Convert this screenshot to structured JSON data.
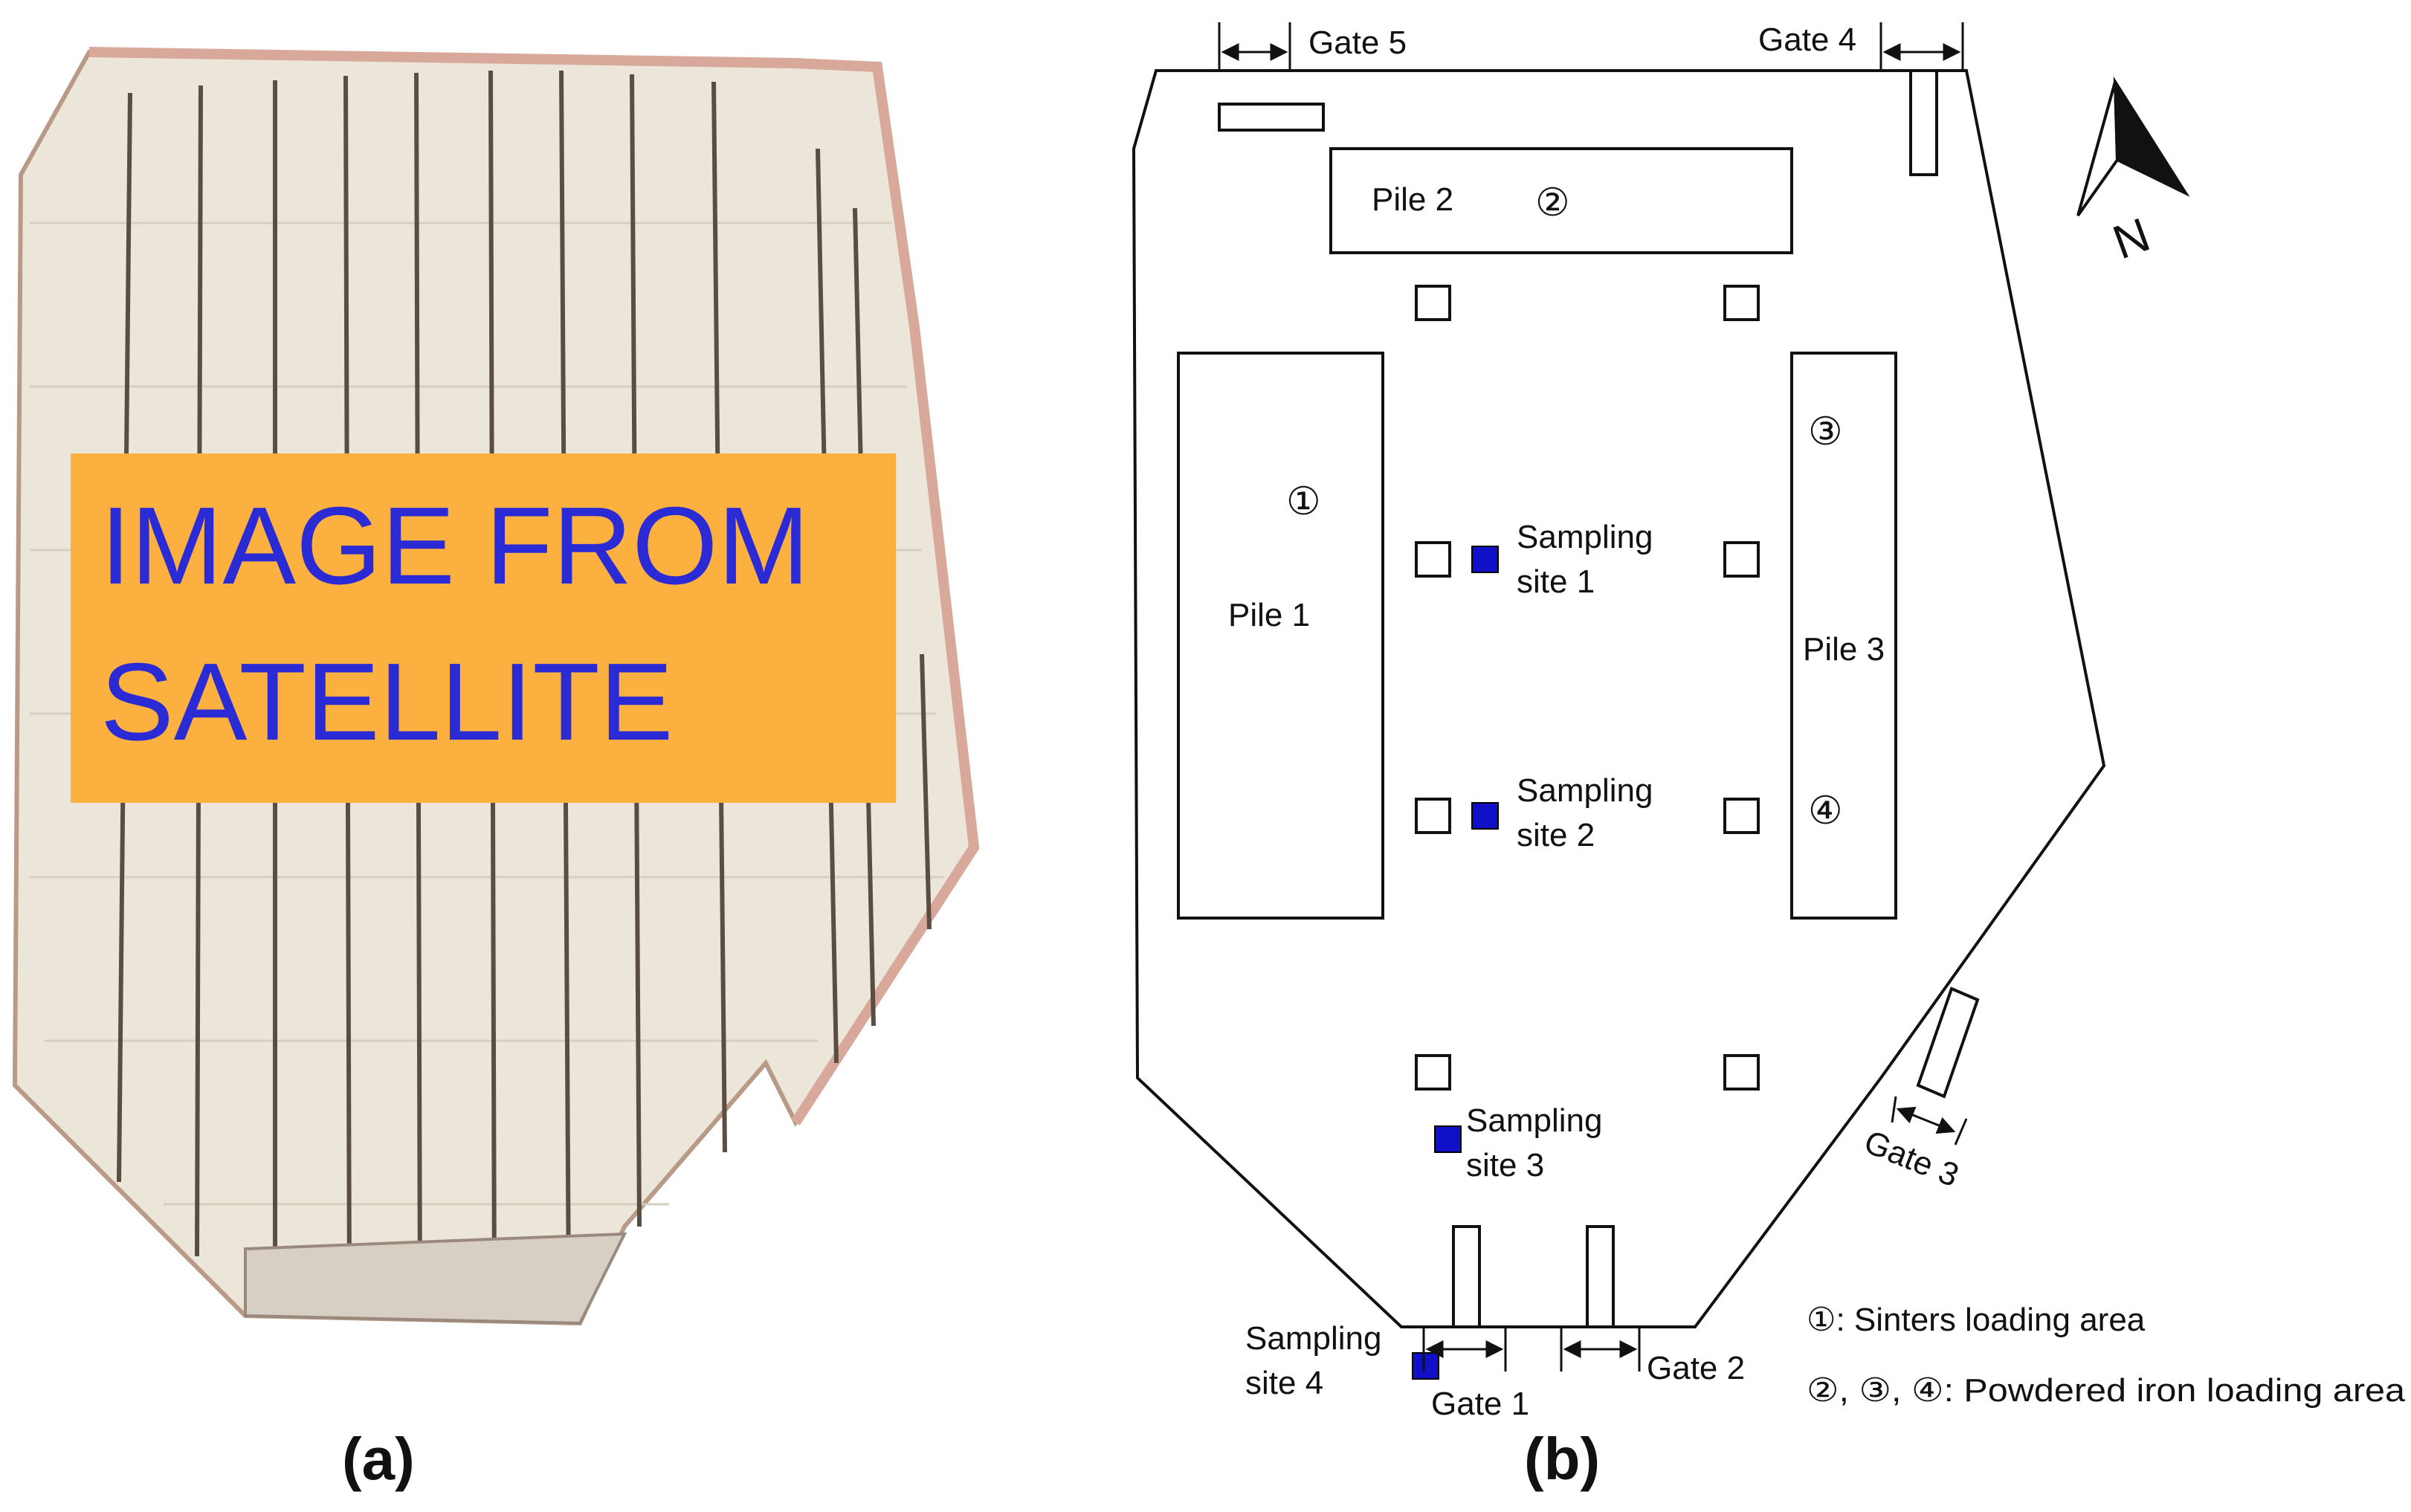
{
  "panel_a": {
    "overlay_text_line1": "IMAGE FROM",
    "overlay_text_line2": "SATELLITE",
    "caption": "(a)"
  },
  "panel_b": {
    "caption": "(b)",
    "north_label": "N",
    "gates": {
      "gate1": "Gate 1",
      "gate2": "Gate 2",
      "gate3": "Gate 3",
      "gate4": "Gate 4",
      "gate5": "Gate 5"
    },
    "piles": {
      "pile1": "Pile 1",
      "pile2": "Pile 2",
      "pile3": "Pile 3"
    },
    "markers": {
      "m1": "①",
      "m2": "②",
      "m3": "③",
      "m4": "④"
    },
    "sampling_sites": {
      "s1_line1": "Sampling",
      "s1_line2": "site 1",
      "s2_line1": "Sampling",
      "s2_line2": "site 2",
      "s3_line1": "Sampling",
      "s3_line2": "site 3",
      "s4_line1": "Sampling",
      "s4_line2": "site 4"
    },
    "legend": {
      "line1": "①: Sinters loading area",
      "line2": "②, ③, ④: Powdered iron loading area"
    }
  },
  "colors": {
    "overlay_bg": "#FBB040",
    "overlay_text": "#2B2BD6",
    "sampling_site": "#1010C8",
    "roof": "#EAE2D4"
  }
}
